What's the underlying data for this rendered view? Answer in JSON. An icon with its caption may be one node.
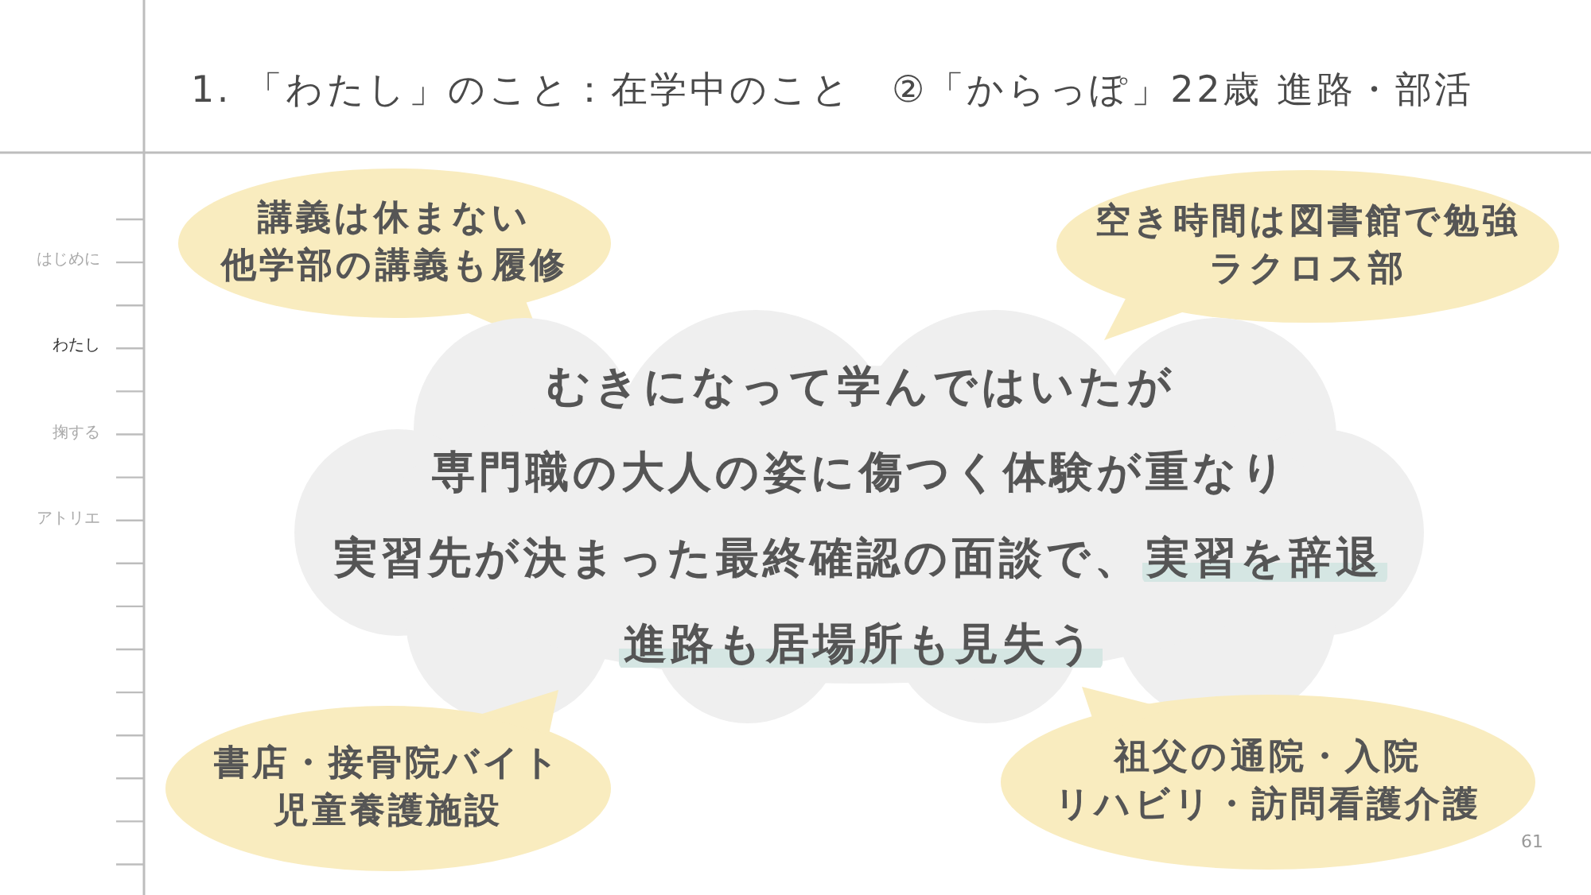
{
  "diagram": {
    "title": "1. 「わたし」のこと：在学中のこと　②「からっぽ」22歳 進路・部活",
    "nodes": [
      {
        "text": [
          "講義は休まない",
          "他学部の講義も履修"
        ]
      },
      {
        "text": [
          "空き時間は図書館で勉強",
          "ラクロス部"
        ]
      },
      {
        "text": [
          "むきになって学んではいたが",
          "専門職の大人の姿に傷つく体験が重なり",
          "実習先が決まった最終確認の面談で、実習を辞退",
          "進路も居場所も見失う"
        ]
      },
      {
        "text": [
          "書店・接骨院バイト",
          "児童養護施設"
        ]
      },
      {
        "text": [
          "祖父の通院・入院",
          "リハビリ・訪問看護介護"
        ]
      }
    ],
    "labels": [
      "はじめに",
      "わたし",
      "掬する",
      "アトリエ",
      "61"
    ]
  }
}
